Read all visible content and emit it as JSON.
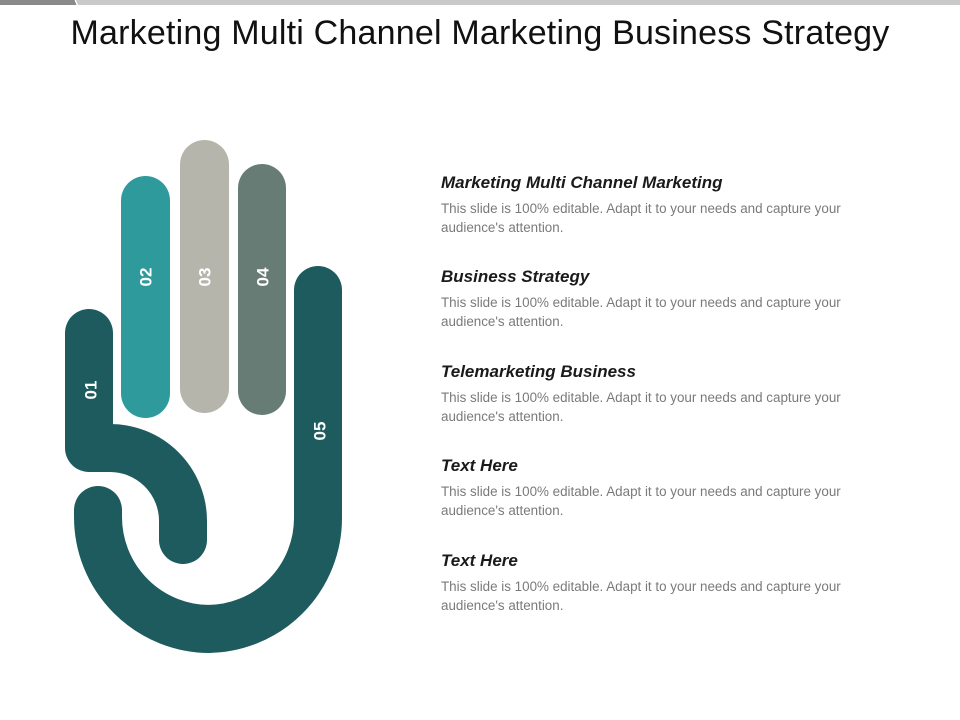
{
  "title": "Marketing Multi Channel Marketing Business Strategy",
  "colors": {
    "finger_01": "#1e5b5e",
    "finger_02": "#2f9a9c",
    "finger_03": "#b5b5ab",
    "finger_04": "#677c75",
    "finger_05": "#1e5b5e"
  },
  "fingers": [
    {
      "number": "01"
    },
    {
      "number": "02"
    },
    {
      "number": "03"
    },
    {
      "number": "04"
    },
    {
      "number": "05"
    }
  ],
  "items": [
    {
      "heading": "Marketing Multi Channel Marketing",
      "description": "This slide is 100% editable. Adapt it to your needs and capture your audience's attention."
    },
    {
      "heading": "Business Strategy",
      "description": "This slide is 100% editable. Adapt it to your needs and capture your audience's attention."
    },
    {
      "heading": "Telemarketing Business",
      "description": "This slide is 100% editable. Adapt it to your needs and capture your audience's attention."
    },
    {
      "heading": "Text Here",
      "description": "This slide is 100% editable. Adapt it to your needs and capture your audience's attention."
    },
    {
      "heading": "Text Here",
      "description": "This slide is 100% editable. Adapt it to your needs and capture your audience's attention."
    }
  ]
}
